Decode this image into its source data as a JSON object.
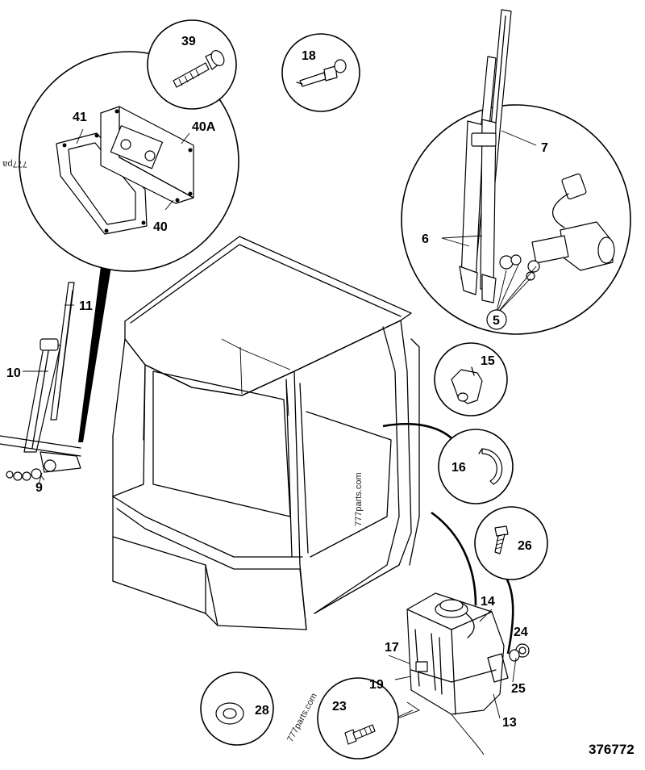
{
  "diagram": {
    "reference_number": "376772",
    "watermarks": [
      "777parts.com",
      "777parts.com",
      "777pa"
    ],
    "callouts": {
      "c39": "39",
      "c18": "18",
      "c41": "41",
      "c40a": "40A",
      "c40": "40",
      "c7": "7",
      "c6": "6",
      "c5": "5",
      "c11": "11",
      "c10": "10",
      "c9": "9",
      "c15": "15",
      "c16": "16",
      "c26": "26",
      "c14": "14",
      "c24": "24",
      "c25": "25",
      "c17": "17",
      "c19": "19",
      "c13": "13",
      "c23": "23",
      "c28": "28"
    }
  }
}
